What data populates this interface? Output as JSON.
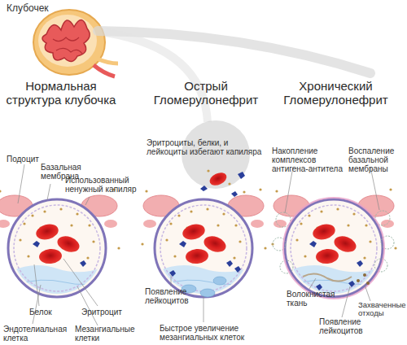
{
  "diagram": {
    "labels": [
      "Клубочек",
      "Нормальная структура клубочка",
      "Острый Гломерулонефрит",
      "Хронический Гломерулонефрит",
      "Подоцит",
      "Базальная мембрана",
      "Использованный ненужный капиляр",
      "Белок",
      "Эритроцит",
      "Эндотелиальная клетка",
      "Мезангиальные клетки",
      "Эритроциты, белки, и лейкоциты избегают капиляра",
      "Появление лейкоцитов",
      "Быстрое увеличение мезангиальных клеток",
      "Накопление комплексов антигена-антитела",
      "Воспаление базальной мембраны",
      "Волокнистая ткань",
      "Захваченные отходы",
      "Появление лейкоцитов"
    ]
  }
}
